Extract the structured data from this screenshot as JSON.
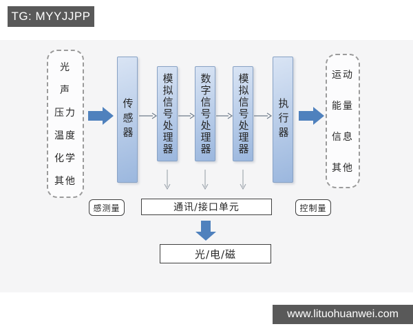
{
  "header": {
    "tg_badge": "TG: MYYJJPP"
  },
  "footer": {
    "watermark": "www.lituohuanwei.com"
  },
  "colors": {
    "badge_bg": "#595959",
    "badge_text": "#ffffff",
    "arrow_blue": "#4f81bd",
    "box_top": "#d9e4f4",
    "box_bottom": "#9bb7de",
    "box_border": "#87a1c4",
    "canvas_bg": "#f5f5f6",
    "line_dark": "#6e7b8a",
    "line_light": "#9aa2ab",
    "border_dark": "#3f3f3f",
    "dash_border": "#9b9b9b",
    "text": "#262626"
  },
  "diagram": {
    "input_box": {
      "items": [
        "光",
        "声",
        "压力",
        "温度",
        "化学",
        "其他"
      ]
    },
    "sensor": "传感器",
    "processors": [
      "模拟信号处理器",
      "数字信号处理器",
      "模拟信号处理器"
    ],
    "actuator": "执行器",
    "output_box": {
      "items": [
        "运动",
        "能量",
        "信息",
        "其他"
      ]
    },
    "sensed_label": "感测量",
    "control_label": "控制量",
    "comm_unit": "通讯/接口单元",
    "bottom_box": "光/电/磁"
  }
}
